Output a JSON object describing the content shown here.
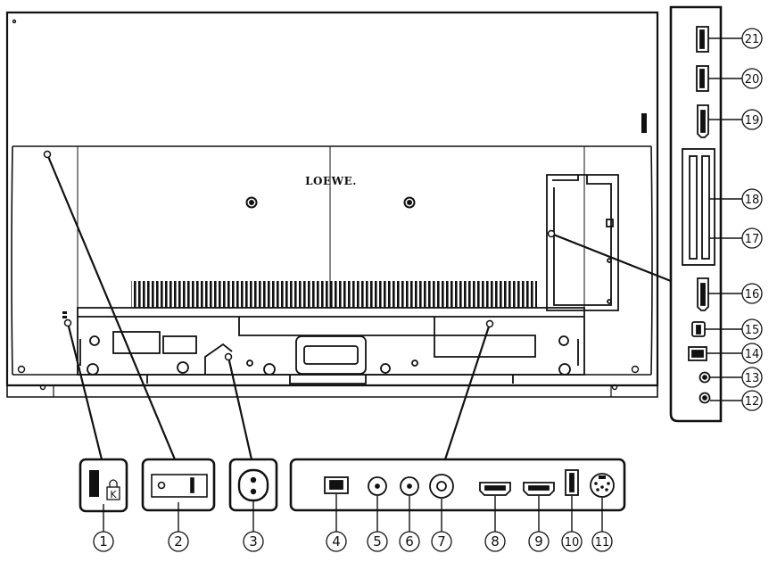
{
  "diagram": {
    "brand": "LOEWE.",
    "callouts": [
      "1",
      "2",
      "3",
      "4",
      "5",
      "6",
      "7",
      "8",
      "9",
      "10",
      "11",
      "12",
      "13",
      "14",
      "15",
      "16",
      "17",
      "18",
      "19",
      "20",
      "21"
    ],
    "connector_names": {
      "1": "kensington-lock-slot-icon",
      "2": "power-switch-icon",
      "3": "ac-power-socket-icon",
      "4": "lan-port-icon",
      "5": "antenna-socket-icon",
      "6": "antenna-socket-icon",
      "7": "satellite-socket-icon",
      "8": "hdmi-port-icon",
      "9": "hdmi-port-icon",
      "10": "usb-port-icon",
      "11": "mini-din-socket-icon",
      "12": "audio-jack-icon",
      "13": "audio-jack-icon",
      "14": "lan-port-icon",
      "15": "service-port-icon",
      "16": "hdmi-port-icon",
      "17": "ci-slot-icon",
      "18": "ci-slot-icon",
      "19": "hdmi-port-icon",
      "20": "usb-port-icon",
      "21": "usb-port-icon"
    }
  }
}
